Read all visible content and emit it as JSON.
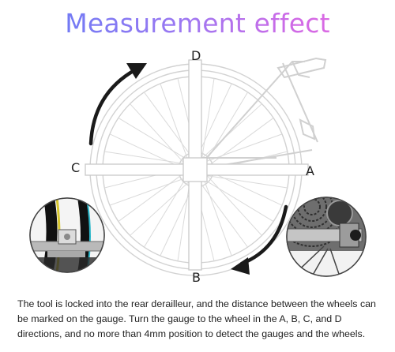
{
  "title": "Measurement effect",
  "labels": {
    "a": "A",
    "b": "B",
    "c": "C",
    "d": "D"
  },
  "description": "The tool is locked into the rear derailleur, and the distance between the  wheels can be marked on the gauge. Turn the gauge to the wheel in the A, B, C, and D directions, and no more than 4mm position to detect the gauges and the wheels.",
  "colors": {
    "arrow": "#1a1a1a",
    "frame": "#cfcfcf"
  }
}
